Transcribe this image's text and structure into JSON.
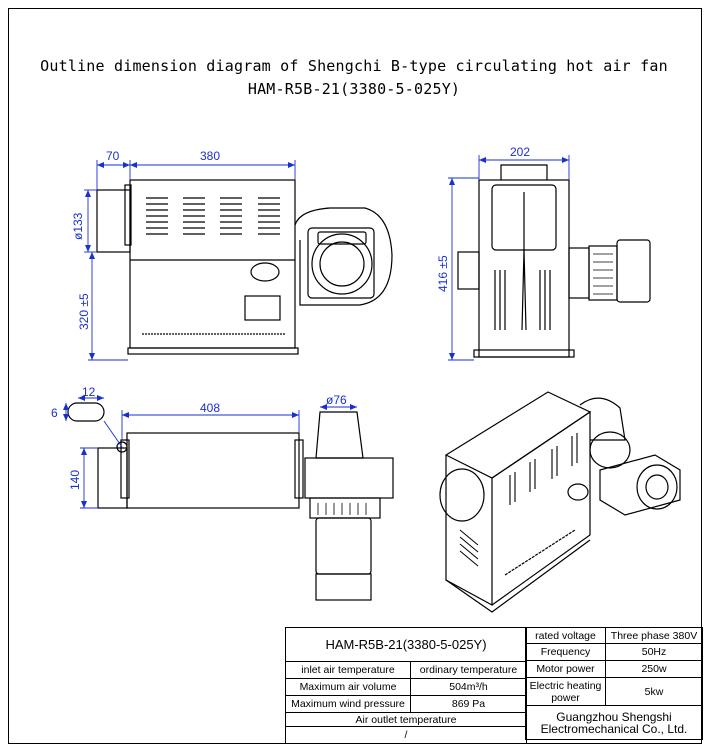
{
  "title": {
    "line1": "Outline dimension diagram of Shengchi B-type circulating hot air fan",
    "line2": "HAM-R5B-21(3380-5-025Y)"
  },
  "dimensions": {
    "front_width": "70",
    "front_length": "380",
    "inlet_diameter": "ø133",
    "front_height": "320 ±5",
    "side_width": "202",
    "side_height": "416 ±5",
    "slot_length": "12",
    "slot_width": "6",
    "top_length": "408",
    "outlet_diameter": "ø76",
    "top_depth": "140"
  },
  "spec_table": {
    "model": "HAM-R5B-21(3380-5-025Y)",
    "rows": [
      {
        "label": "inlet air temperature",
        "value": "ordinary temperature"
      },
      {
        "label": "Maximum air volume",
        "value": "504m³/h"
      },
      {
        "label": "Maximum wind pressure",
        "value": "869 Pa"
      }
    ],
    "outlet_label": "Air outlet temperature",
    "outlet_value": "/",
    "right_rows": [
      {
        "label": "rated voltage",
        "value": "Three phase 380V"
      },
      {
        "label": "Frequency",
        "value": "50Hz"
      },
      {
        "label": "Motor power",
        "value": "250w"
      },
      {
        "label": "Electric heating power",
        "value": "5kw"
      }
    ],
    "company": "Guangzhou Shengshi Electromechanical Co., Ltd."
  }
}
